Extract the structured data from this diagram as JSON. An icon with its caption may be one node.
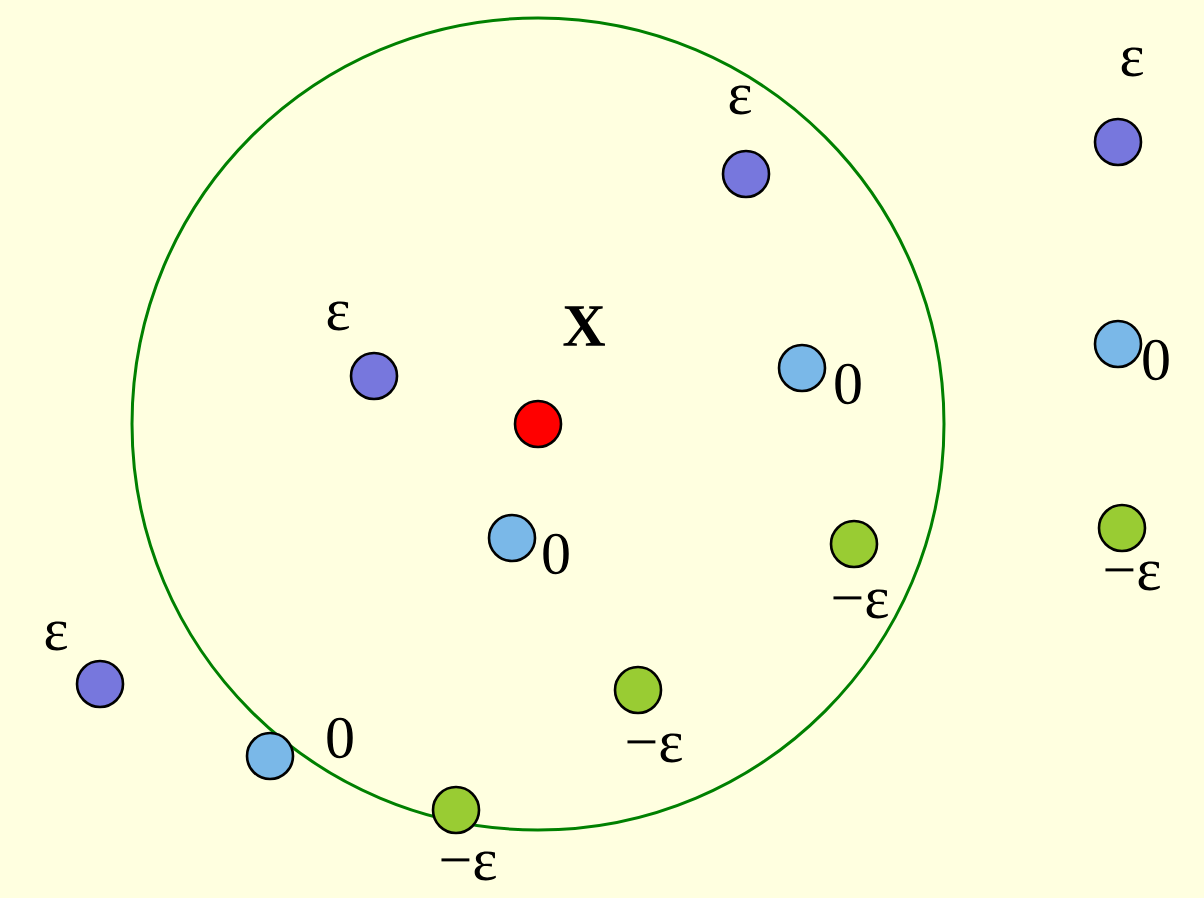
{
  "diagram": {
    "nodes": [
      {
        "text": [],
        "shape": "circle"
      },
      {
        "text": [],
        "shape": "circle",
        "in": 0,
        "beside": [
          "X"
        ]
      },
      {
        "text": [],
        "shape": "circle",
        "in": 0,
        "beside": [
          "ε"
        ]
      },
      {
        "text": [],
        "shape": "circle",
        "in": 0,
        "beside": [
          "ε"
        ]
      },
      {
        "text": [],
        "shape": "circle",
        "in": 0,
        "beside": [
          "0"
        ]
      },
      {
        "text": [],
        "shape": "circle",
        "in": 0,
        "beside": [
          "0"
        ]
      },
      {
        "text": [],
        "shape": "circle",
        "in": 0,
        "beside": [
          "−ε"
        ]
      },
      {
        "text": [],
        "shape": "circle",
        "in": 0,
        "beside": [
          "−ε"
        ]
      },
      {
        "text": [],
        "shape": "circle",
        "in": 0,
        "beside": [
          "−ε"
        ]
      },
      {
        "text": [],
        "shape": "circle",
        "beside": [
          "ε"
        ]
      },
      {
        "text": [],
        "shape": "circle",
        "beside": [
          "0"
        ]
      },
      {
        "text": [],
        "shape": "circle",
        "beside": [
          "ε"
        ]
      },
      {
        "text": [],
        "shape": "circle",
        "beside": [
          "0"
        ]
      },
      {
        "text": [],
        "shape": "circle",
        "beside": [
          "−ε"
        ]
      }
    ]
  }
}
